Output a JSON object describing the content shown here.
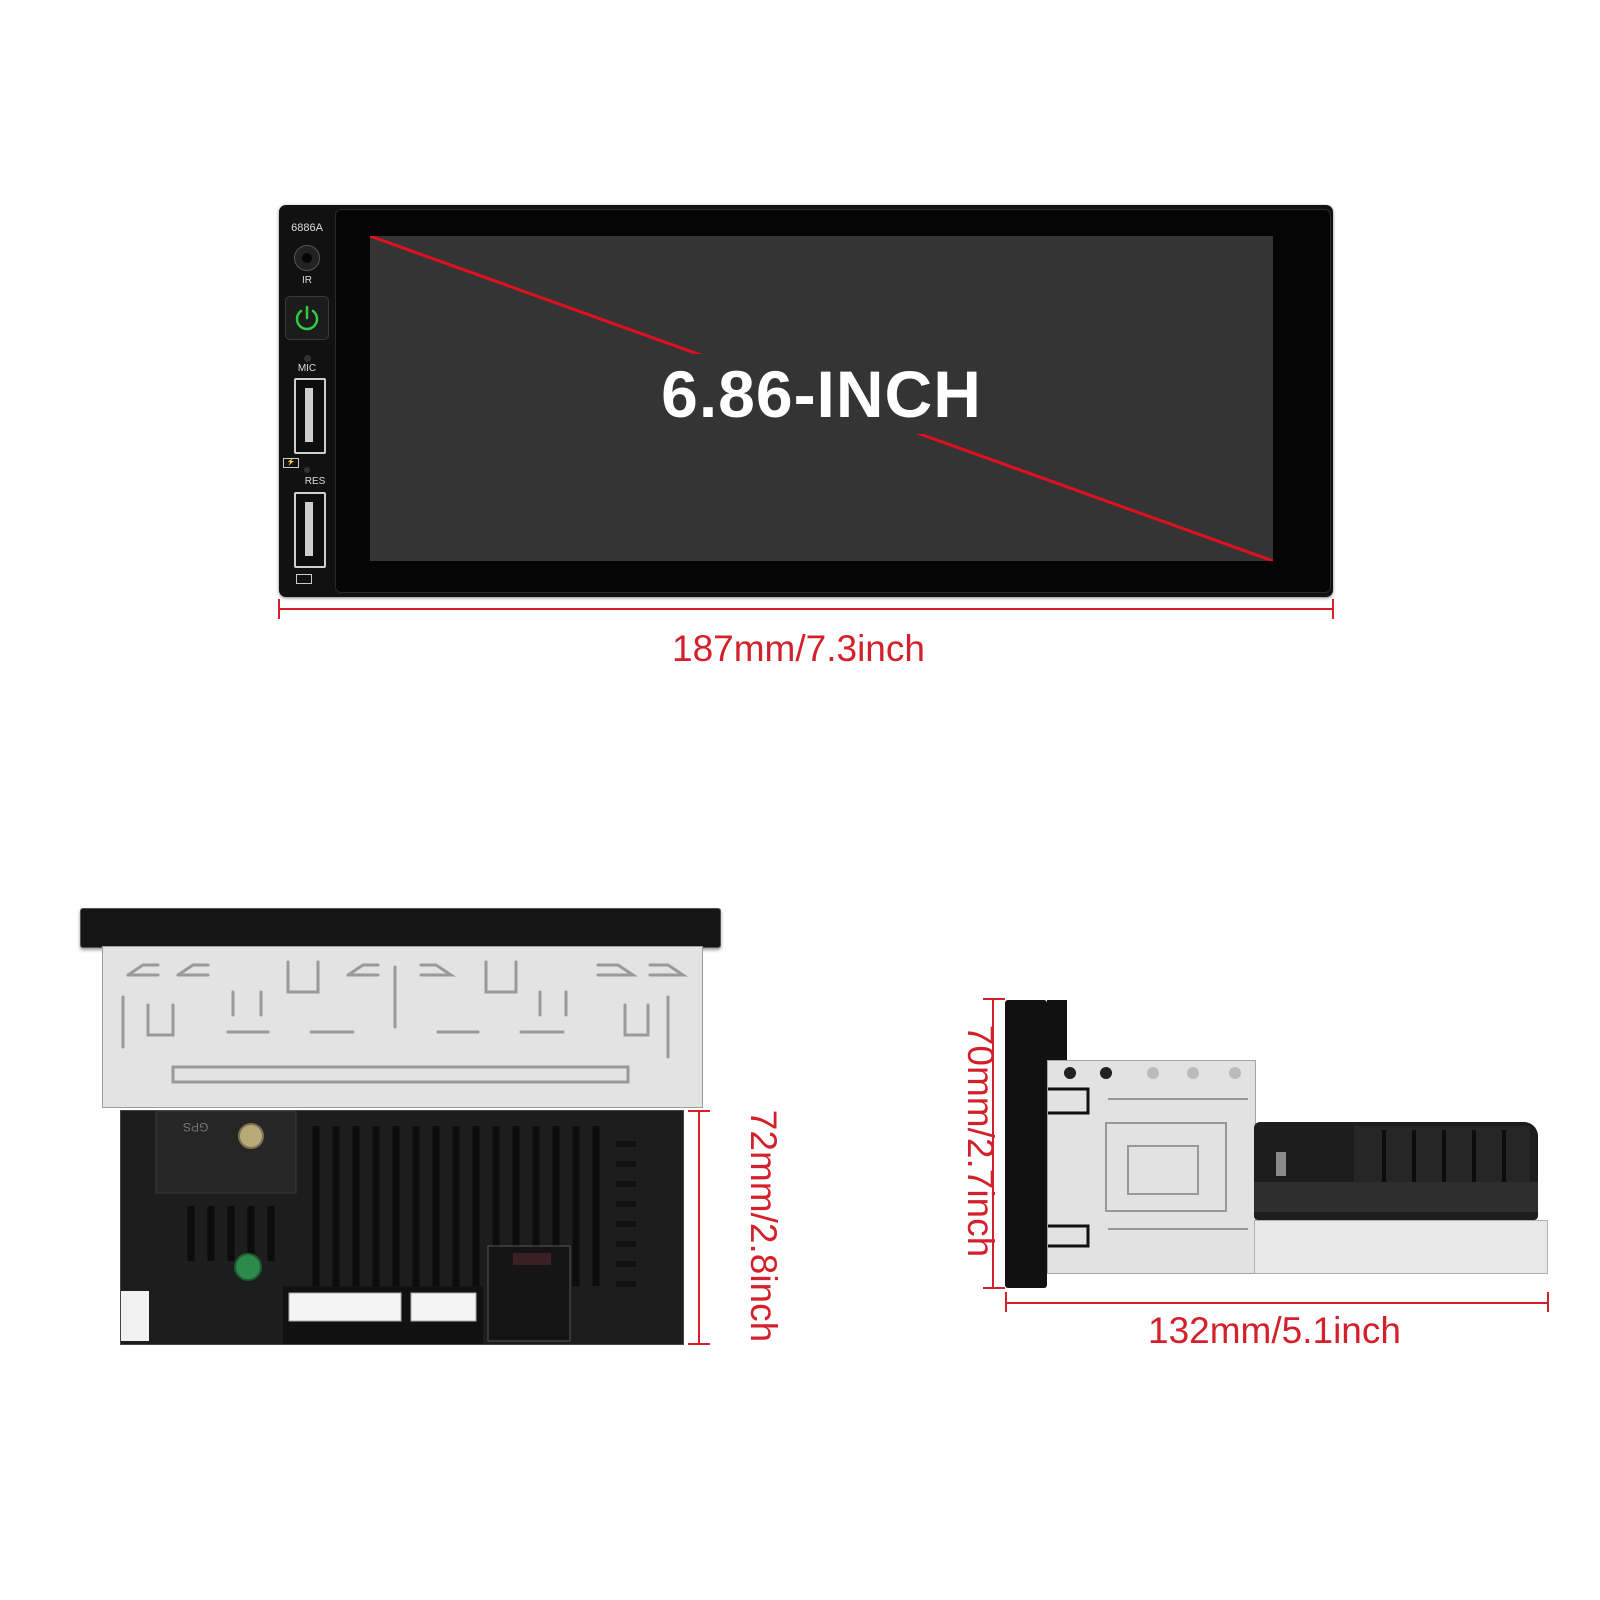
{
  "front": {
    "model": "6886A",
    "ir_label": "IR",
    "mic_label": "MIC",
    "res_label": "RES",
    "screen_label": "6.86-INCH",
    "width_label": "187mm/7.3inch",
    "power_icon": "power-icon",
    "power_color": "#2ecc40"
  },
  "rear": {
    "height_label": "72mm/2.8inch",
    "gps_label": "GPS"
  },
  "side": {
    "height_label": "70mm/2.7inch",
    "depth_label": "132mm/5.1inch"
  },
  "colors": {
    "dimension": "#d4202a",
    "diagonal": "#e01020"
  }
}
